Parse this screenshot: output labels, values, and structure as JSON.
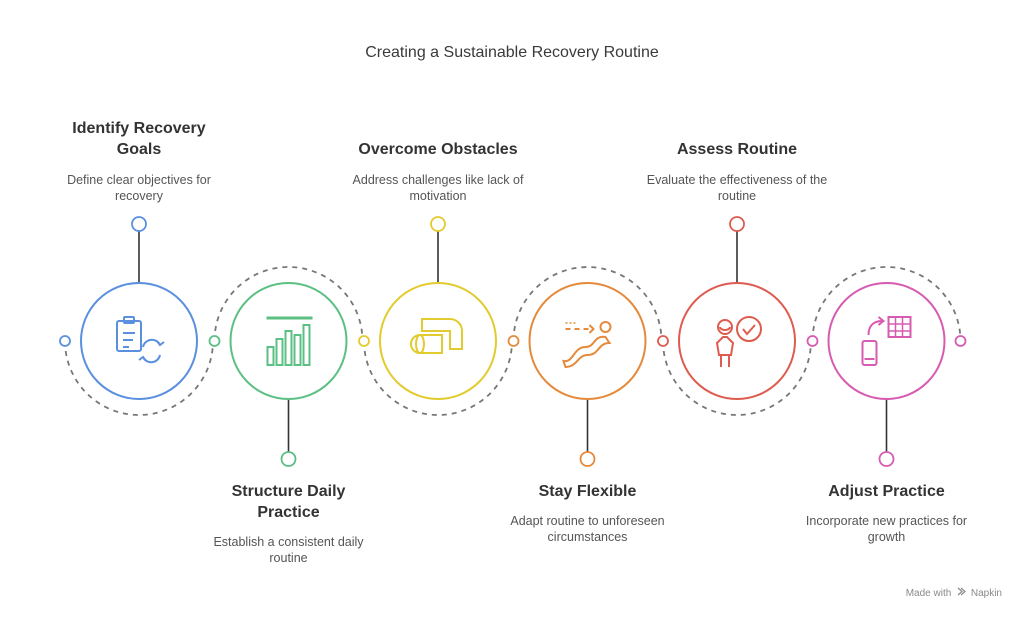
{
  "title": "Creating a Sustainable Recovery Routine",
  "steps": [
    {
      "title": "Identify Recovery Goals",
      "description": "Define clear objectives for recovery",
      "color": "#5b8fdf",
      "icon": "clipboard-refresh-icon",
      "label_position": "top"
    },
    {
      "title": "Structure Daily Practice",
      "description": "Establish a consistent daily routine",
      "color": "#5cbf83",
      "icon": "bar-chart-icon",
      "label_position": "bottom"
    },
    {
      "title": "Overcome Obstacles",
      "description": "Address challenges like lack of motivation",
      "color": "#e2cb2f",
      "icon": "bent-pipe-icon",
      "label_position": "top"
    },
    {
      "title": "Stay Flexible",
      "description": "Adapt routine to unforeseen circumstances",
      "color": "#e58a3b",
      "icon": "flexible-path-icon",
      "label_position": "bottom"
    },
    {
      "title": "Assess Routine",
      "description": "Evaluate the effectiveness of the routine",
      "color": "#de5c4f",
      "icon": "person-check-icon",
      "label_position": "top"
    },
    {
      "title": "Adjust Practice",
      "description": "Incorporate new practices for growth",
      "color": "#d75bb0",
      "icon": "phone-grid-swap-icon",
      "label_position": "bottom"
    }
  ],
  "watermark": {
    "prefix": "Made with",
    "brand": "Napkin",
    "icon": "napkin-logo-icon"
  }
}
